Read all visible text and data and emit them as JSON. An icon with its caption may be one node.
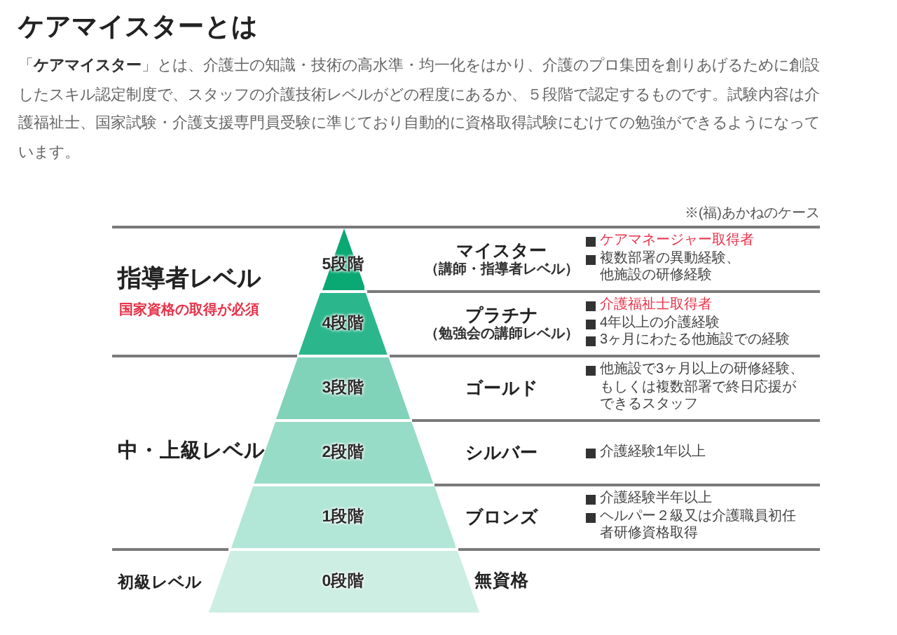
{
  "diagram": {
    "title": "ケアマイスターとは",
    "nodes": [
      {
        "text": [
          "5段階"
        ],
        "beside": [
          "マイスター",
          "（講師・指導者レベル）"
        ]
      },
      {
        "text": [
          "4段階"
        ],
        "beside": [
          "プラチナ",
          "（勉強会の講師レベル）"
        ]
      },
      {
        "text": [
          "3段階"
        ],
        "beside": [
          "ゴールド"
        ]
      },
      {
        "text": [
          "2段階"
        ],
        "beside": [
          "シルバー"
        ]
      },
      {
        "text": [
          "1段階"
        ],
        "beside": [
          "ブロンズ"
        ]
      },
      {
        "text": [
          "0段階"
        ],
        "beside": [
          "無資格"
        ]
      }
    ],
    "labels": [
      "「**ケアマイスター**」とは、介護士の知識・技術の高水準・均一化をはかり、介護のプロ集団を創りあげるために創設したスキル認定制度で、スタッフの介護技術レベルがどの程度にあるか、５段階で認定するものです。試験内容は介護福祉士、国家試験・介護支援専門員受験に準じており自動的に資格取得試験にむけての勉強ができるようになっています。",
      "※(福)あかねのケース",
      "指導者レベル",
      "ケアマネージャー取得者",
      "複数部署の異動経験、他施設の研修経験",
      "国家資格の取得が必須",
      "介護福祉士取得者",
      "4年以上の介護経験",
      "3ヶ月にわたる他施設での経験",
      "他施設で3ヶ月以上の研修経験、もしくは複数部署で終日応援ができるスタッフ",
      "中・上級レベル",
      "介護経験1年以上",
      "介護経験半年以上",
      "ヘルパー２級又は介護職員初任者研修資格取得",
      "初級レベル"
    ]
  }
}
